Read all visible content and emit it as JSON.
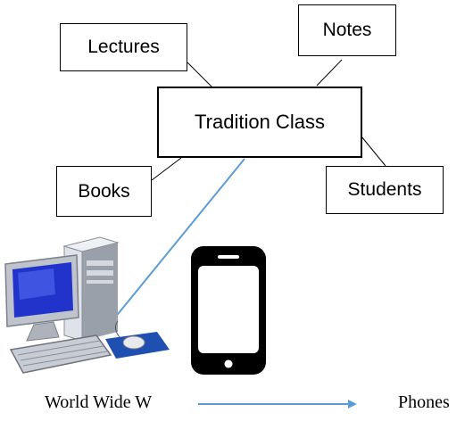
{
  "diagram": {
    "center": {
      "label": "Tradition Class"
    },
    "nodes": {
      "lectures": "Lectures",
      "notes": "Notes",
      "books": "Books",
      "students": "Students"
    },
    "bottom": {
      "left_label": "World Wide W",
      "right_label": "Phones"
    },
    "colors": {
      "arrow": "#5b9bd5",
      "line": "#000000",
      "monitor_screen": "#2233cc",
      "computer_body": "#c8ccd4",
      "mouse_pad": "#1f4fb0"
    },
    "icons": {
      "computer": "desktop-computer-icon",
      "phone": "smartphone-icon"
    }
  }
}
